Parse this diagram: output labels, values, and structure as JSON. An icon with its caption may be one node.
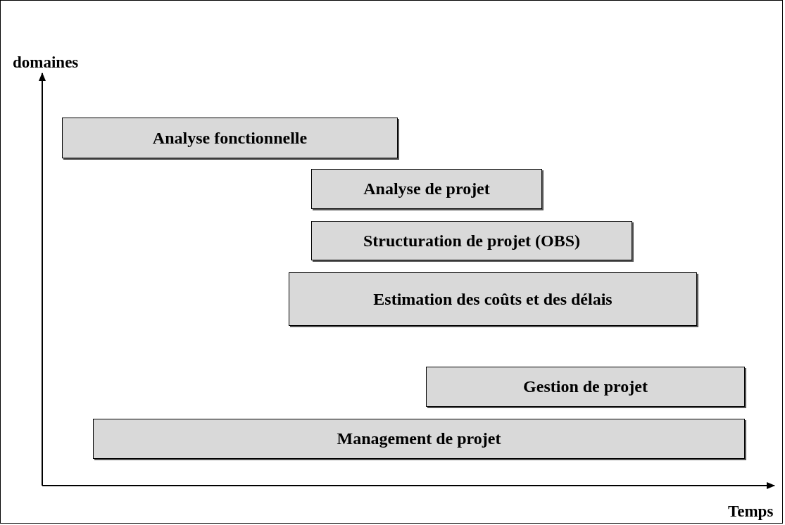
{
  "diagram": {
    "nodes": [
      {
        "text": [
          "Analyse fonctionnelle"
        ]
      },
      {
        "text": [
          "Analyse de projet"
        ]
      },
      {
        "text": [
          "Structuration de projet (OBS)"
        ]
      },
      {
        "text": [
          "Estimation des coûts et des délais"
        ]
      },
      {
        "text": [
          "Gestion de projet"
        ]
      },
      {
        "text": [
          "Management de projet"
        ]
      }
    ],
    "labels": [
      "domaines",
      "Temps"
    ]
  }
}
